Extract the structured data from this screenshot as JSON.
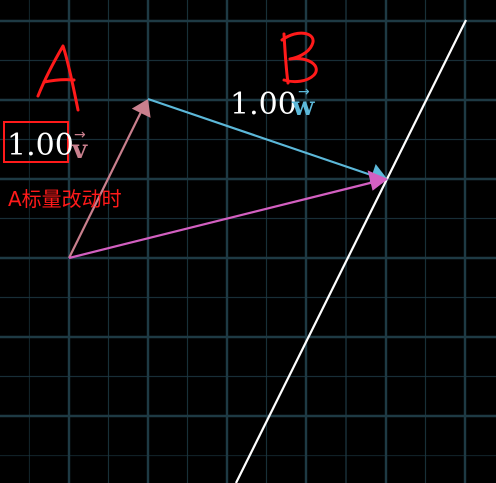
{
  "colors": {
    "background": "#000000",
    "grid": "#1e3a44",
    "vector_v": "#c97f8d",
    "vector_w": "#5cb8d9",
    "vector_sum": "#d35fc1",
    "span_line": "#ffffff",
    "annotation": "#ff1a1a"
  },
  "annotations": {
    "label_a": "A",
    "label_b": "B",
    "note": "A标量改动时"
  },
  "vector_v": {
    "scalar": "1.00",
    "symbol": "v",
    "arrow_glyph": "→"
  },
  "vector_w": {
    "scalar": "1.00",
    "symbol": "w",
    "arrow_glyph": "→"
  }
}
